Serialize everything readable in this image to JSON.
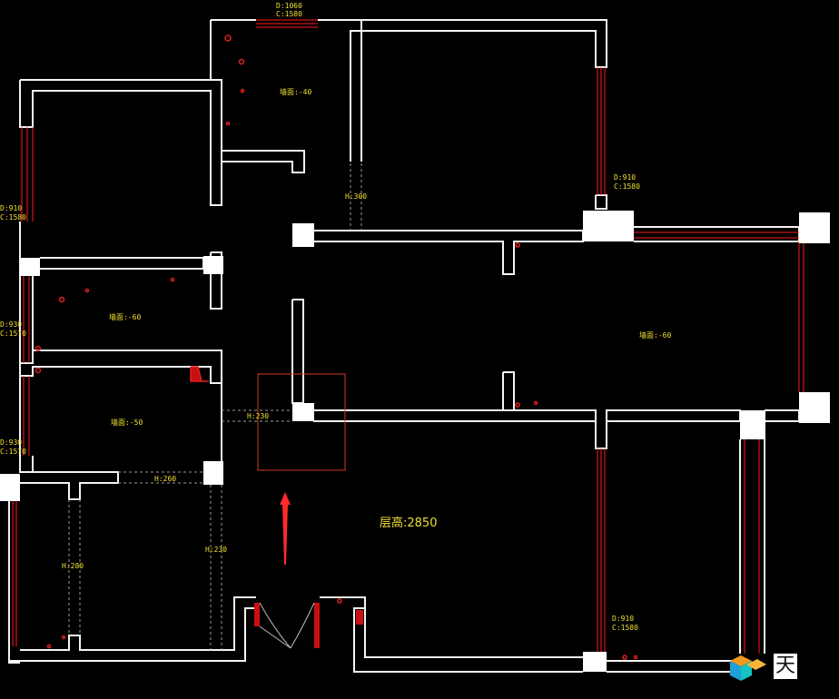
{
  "plan": {
    "ceiling_height_label": "层高:2850",
    "room_labels": {
      "top_small": "墙面:-40",
      "left_middle": "墙面:-60",
      "left_lower": "墙面:-50",
      "right_big": "墙面:-60"
    },
    "opening_labels": {
      "top_window": "D:1060\nC:1580",
      "right_top_window": "D:910\nC:1580",
      "left_top_window": "D:910\nC:1580",
      "left_mid_window": "D:930\nC:1570",
      "left_low_window": "D:930\nC:1570",
      "right_bottom_window": "D:910\nC:1580",
      "door_h_300": "H:300",
      "door_h_230_a": "H:230",
      "door_h_260": "H:260",
      "door_h_230_b": "H:230",
      "door_h_280": "H:280"
    }
  },
  "colors": {
    "background": "#000000",
    "walls": "#f4f4f4",
    "windows": "#ff1a1a",
    "labels": "#f0e030"
  },
  "watermark": {
    "char": "天"
  }
}
